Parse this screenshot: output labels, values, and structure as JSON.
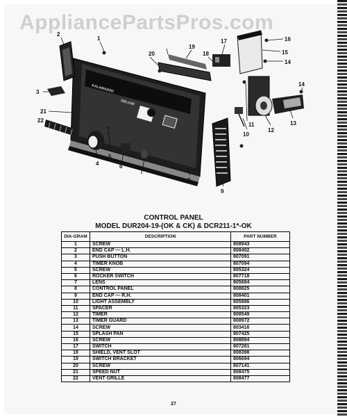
{
  "watermark": "AppliancePartsPros.com",
  "panel_text": {
    "brand": "KALAMAZOO",
    "deluxe": "DELUXE"
  },
  "callouts": [
    "1",
    "2",
    "3",
    "4",
    "5",
    "6",
    "7",
    "8",
    "9",
    "10",
    "11",
    "12",
    "13",
    "14",
    "14",
    "15",
    "16",
    "17",
    "18",
    "19",
    "20",
    "21",
    "22"
  ],
  "title": "CONTROL PANEL",
  "subtitle": "MODEL DUR204-19-(OK & CK) & DCR211-1*-OK",
  "table": {
    "headers": [
      "DIA-GRAM",
      "DESCRIPTION",
      "PART NUMBER"
    ],
    "rows": [
      [
        "1",
        "SCREW",
        "808943"
      ],
      [
        "2",
        "END CAP — L.H.",
        "808402"
      ],
      [
        "3",
        "PUSH BUTTON",
        "807091"
      ],
      [
        "4",
        "TIMER KNOB",
        "807094"
      ],
      [
        "5",
        "SCREW",
        "805324"
      ],
      [
        "6",
        "ROCKER SWITCH",
        "807718"
      ],
      [
        "7",
        "LENS",
        "805684"
      ],
      [
        "8",
        "CONTROL PANEL",
        "808825"
      ],
      [
        "9",
        "END CAP — R.H.",
        "808401"
      ],
      [
        "10",
        "LIGHT ASSEMBLY",
        "805886"
      ],
      [
        "11",
        "SPACER",
        "805323"
      ],
      [
        "12",
        "TIMER",
        "808549"
      ],
      [
        "13",
        "TIMER GUARD",
        "808972"
      ],
      [
        "14",
        "SCREW",
        "803416"
      ],
      [
        "15",
        "SPLASH PAN",
        "807425"
      ],
      [
        "16",
        "SCREW",
        "808894"
      ],
      [
        "17",
        "SWITCH",
        "807281"
      ],
      [
        "18",
        "SHIELD, VENT SLOT",
        "808398"
      ],
      [
        "19",
        "SWITCH BRACKET",
        "806694"
      ],
      [
        "20",
        "SCREW",
        "807141"
      ],
      [
        "21",
        "SPEED NUT",
        "808475"
      ],
      [
        "22",
        "VENT GRILLE",
        "808477"
      ]
    ]
  },
  "page_number": "27"
}
